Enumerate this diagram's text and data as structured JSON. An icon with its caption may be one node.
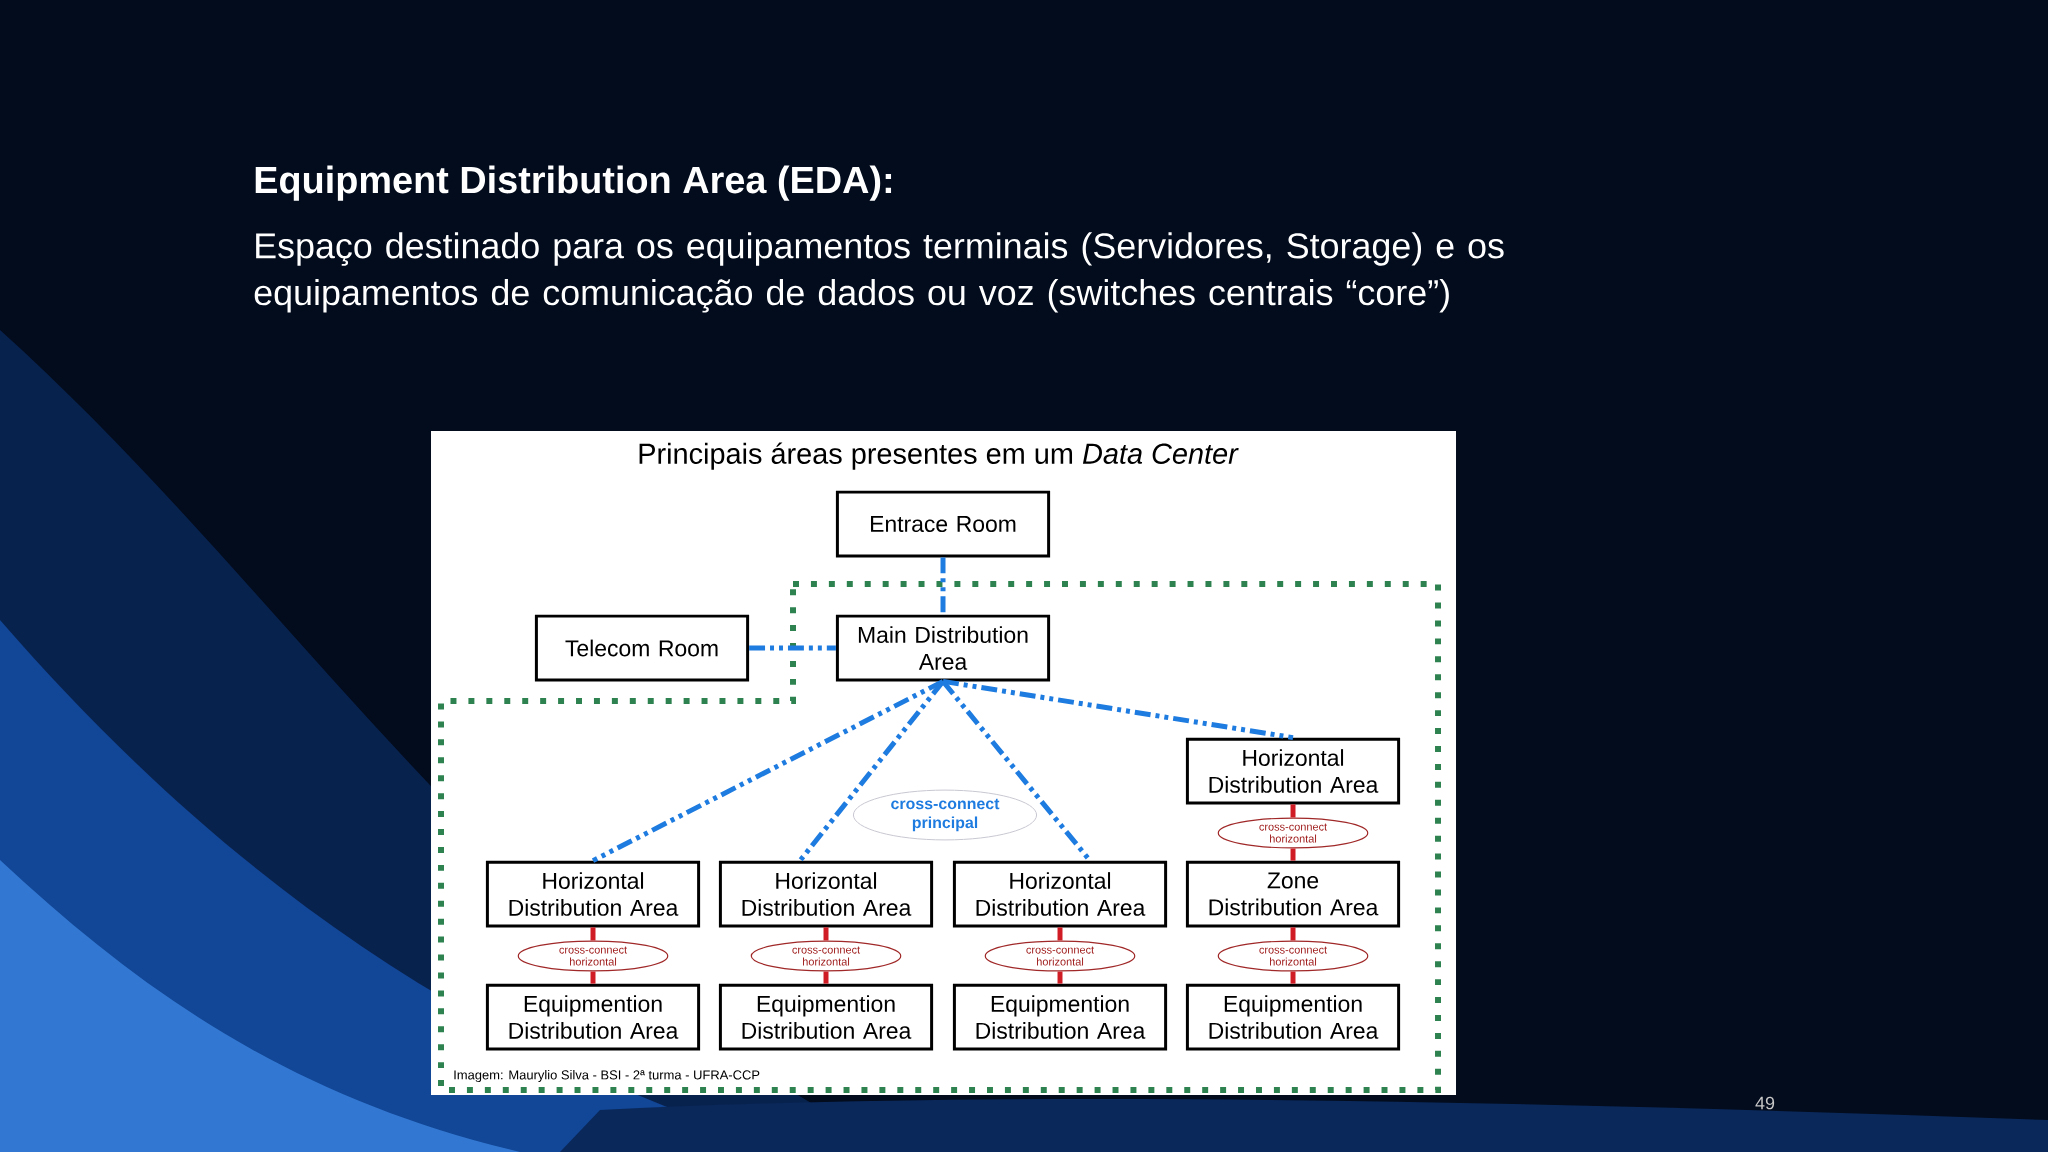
{
  "diagram": {
    "title": "Principais áreas presentes em um *Data Center*",
    "nodes": [
      {
        "text": [
          "Entrace Room"
        ]
      },
      {
        "text": [
          "Telecom Room"
        ]
      },
      {
        "text": [
          "Main Distribution Area"
        ]
      },
      {
        "text": [
          "cross-connect principal"
        ]
      },
      {
        "text": [
          "Horizontal Distribution Area"
        ]
      },
      {
        "text": [
          "cross-connect horizontal"
        ]
      },
      {
        "text": [
          "Horizontal Distribution Area"
        ]
      },
      {
        "text": [
          "Horizontal Distribution Area"
        ]
      },
      {
        "text": [
          "Horizontal Distribution Area"
        ]
      },
      {
        "text": [
          "Zone Distribution Area"
        ]
      },
      {
        "text": [
          "cross-connect horizontal"
        ]
      },
      {
        "text": [
          "cross-connect horizontal"
        ]
      },
      {
        "text": [
          "cross-connect horizontal"
        ]
      },
      {
        "text": [
          "cross-connect horizontal"
        ]
      },
      {
        "text": [
          "Equipmention Distribution Area"
        ]
      },
      {
        "text": [
          "Equipmention Distribution Area"
        ]
      },
      {
        "text": [
          "Equipmention Distribution Area"
        ]
      },
      {
        "text": [
          "Equipmention Distribution Area"
        ]
      }
    ],
    "edges": [
      {
        "from": 0,
        "to": 2,
        "arrow": "none",
        "style": "dashed",
        "color": "#1e7be0"
      },
      {
        "from": 1,
        "to": 2,
        "arrow": "none",
        "style": "dashed",
        "color": "#1e7be0"
      },
      {
        "from": 2,
        "to": 4,
        "arrow": "none",
        "style": "dashed",
        "color": "#1e7be0"
      },
      {
        "from": 2,
        "to": 6,
        "arrow": "none",
        "style": "dashed",
        "color": "#1e7be0"
      },
      {
        "from": 2,
        "to": 7,
        "arrow": "none",
        "style": "dashed",
        "color": "#1e7be0"
      },
      {
        "from": 2,
        "to": 8,
        "arrow": "none",
        "style": "dashed",
        "color": "#1e7be0"
      },
      {
        "from": 4,
        "to": 5,
        "arrow": "none"
      },
      {
        "from": 5,
        "to": 9,
        "arrow": "none"
      },
      {
        "from": 6,
        "to": 10,
        "arrow": "none"
      },
      {
        "from": 10,
        "to": 14,
        "arrow": "none"
      },
      {
        "from": 7,
        "to": 11,
        "arrow": "none"
      },
      {
        "from": 11,
        "to": 15,
        "arrow": "none"
      },
      {
        "from": 8,
        "to": 12,
        "arrow": "none"
      },
      {
        "from": 12,
        "to": 16,
        "arrow": "none"
      },
      {
        "from": 9,
        "to": 13,
        "arrow": "none"
      },
      {
        "from": 13,
        "to": 17,
        "arrow": "none"
      }
    ],
    "labels": [
      "Equipment Distribution Area (EDA):",
      "Espaço destinado para os equipamentos terminais (Servidores, Storage) e os equipamentos de comunicação de dados ou voz (switches centrais “core”)",
      "Imagem: Maurylio Silva - BSI - 2ª turma - UFRA-CCP",
      "49"
    ]
  }
}
